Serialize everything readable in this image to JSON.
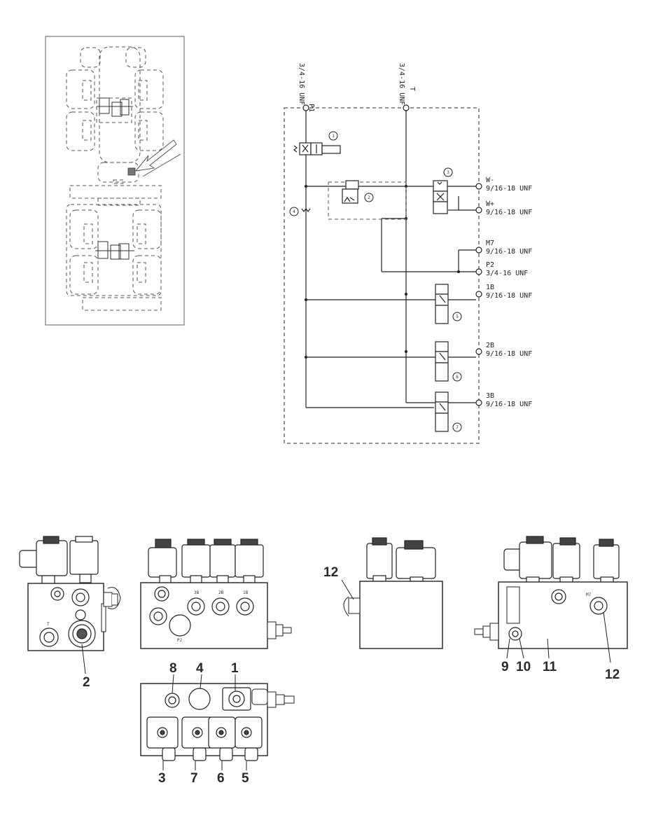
{
  "schematic": {
    "ports_top": [
      {
        "name": "P1",
        "thread": "3/4-16 UNF"
      },
      {
        "name": "T",
        "thread": "3/4-16 UNF"
      }
    ],
    "ports_right": [
      {
        "name": "W-",
        "thread": "9/16-18 UNF"
      },
      {
        "name": "W+",
        "thread": "9/16-18 UNF"
      },
      {
        "name": "M7",
        "thread": "9/16-18 UNF"
      },
      {
        "name": "P2",
        "thread": "3/4-16 UNF"
      },
      {
        "name": "1B",
        "thread": "9/16-18 UNF"
      },
      {
        "name": "2B",
        "thread": "9/16-18 UNF"
      },
      {
        "name": "3B",
        "thread": "9/16-18 UNF"
      }
    ],
    "balloons": [
      "1",
      "2",
      "3",
      "4",
      "5",
      "6",
      "7"
    ]
  },
  "views": {
    "left_view": {
      "port_label": "T",
      "callouts": [
        "2"
      ]
    },
    "front_view": {
      "port_labels": [
        "3B",
        "2B",
        "1B",
        "P2"
      ]
    },
    "side_view": {
      "callouts": [
        "12"
      ]
    },
    "right_view": {
      "port_label": "M7",
      "callouts": [
        "9",
        "10",
        "11",
        "12"
      ]
    },
    "top_view": {
      "callouts_top": [
        "8",
        "4",
        "1"
      ],
      "callouts_bottom": [
        "3",
        "7",
        "6",
        "5"
      ]
    }
  }
}
